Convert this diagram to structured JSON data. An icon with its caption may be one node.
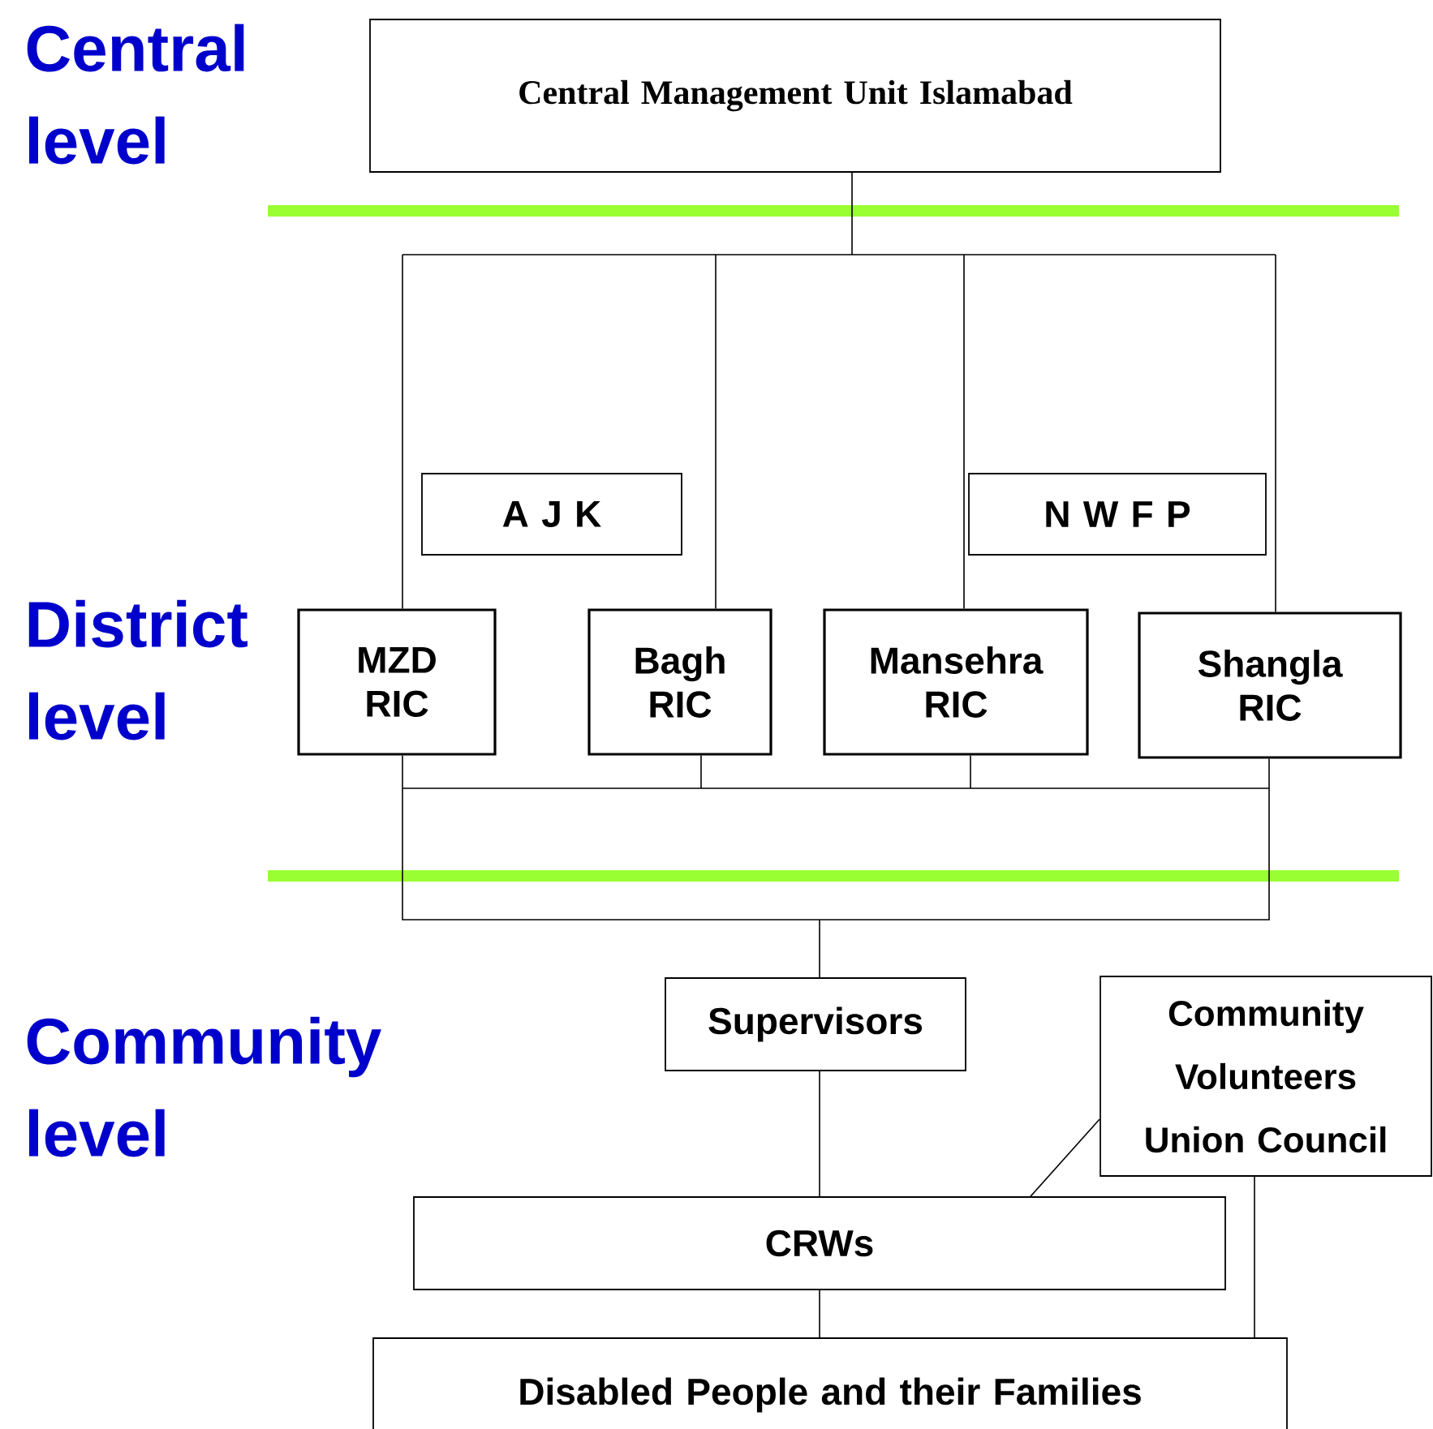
{
  "diagram": {
    "nodes": [
      {
        "text": [
          "Central Management Unit Islamabad"
        ]
      },
      {
        "text": [
          "A J K"
        ]
      },
      {
        "text": [
          "N W F P"
        ]
      },
      {
        "text": [
          "MZD RIC"
        ]
      },
      {
        "text": [
          "Bagh RIC"
        ]
      },
      {
        "text": [
          "Mansehra RIC"
        ]
      },
      {
        "text": [
          "Shangla RIC"
        ]
      },
      {
        "text": [
          "Supervisors"
        ]
      },
      {
        "text": [
          "Community Volunteers Union Council"
        ]
      },
      {
        "text": [
          "CRWs"
        ]
      },
      {
        "text": [
          "Disabled People and their Families"
        ]
      }
    ],
    "edges": [
      {
        "from": 0,
        "to": 3,
        "arrow": "none"
      },
      {
        "from": 0,
        "to": 4,
        "arrow": "none"
      },
      {
        "from": 0,
        "to": 5,
        "arrow": "none"
      },
      {
        "from": 0,
        "to": 6,
        "arrow": "none"
      },
      {
        "from": 3,
        "to": 7,
        "arrow": "none"
      },
      {
        "from": 4,
        "to": 7,
        "arrow": "none"
      },
      {
        "from": 5,
        "to": 7,
        "arrow": "none"
      },
      {
        "from": 6,
        "to": 7,
        "arrow": "none"
      },
      {
        "from": 7,
        "to": 9,
        "arrow": "none"
      },
      {
        "from": 8,
        "to": 9,
        "arrow": "none"
      },
      {
        "from": 9,
        "to": 10,
        "arrow": "none"
      },
      {
        "from": 8,
        "to": 10,
        "arrow": "none"
      }
    ],
    "labels": [
      "Central level",
      "District level",
      "Community level"
    ]
  }
}
